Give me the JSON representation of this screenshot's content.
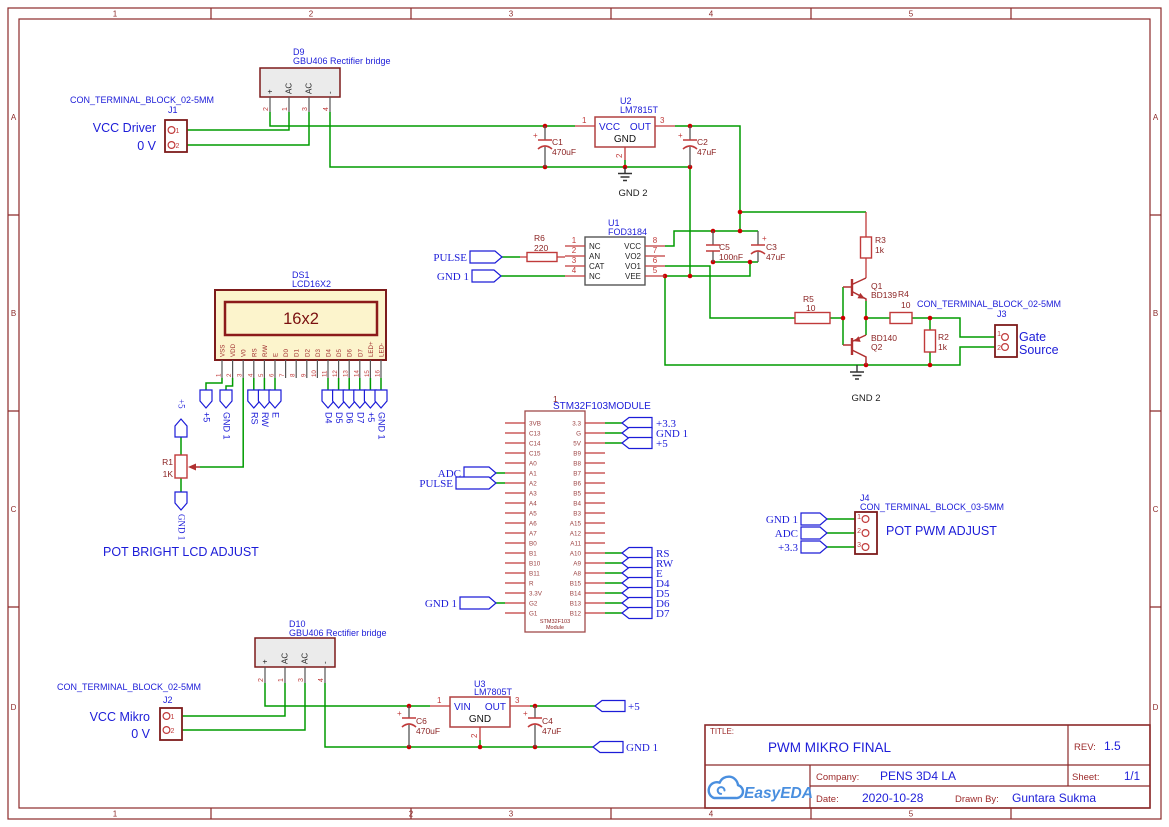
{
  "frame": {
    "cols": [
      "1",
      "2",
      "3",
      "4",
      "5"
    ],
    "rows": [
      "A",
      "B",
      "C",
      "D"
    ]
  },
  "title_block": {
    "title_label": "TITLE:",
    "title": "PWM MIKRO FINAL",
    "rev_label": "REV:",
    "rev": "1.5",
    "logo": "EasyEDA",
    "company_label": "Company:",
    "company": "PENS 3D4 LA",
    "sheet_label": "Sheet:",
    "sheet": "1/1",
    "date_label": "Date:",
    "date": "2020-10-28",
    "drawn_label": "Drawn By:",
    "drawn_by": "Guntara Sukma"
  },
  "nets": {
    "pulse": "PULSE",
    "gnd1": "GND 1",
    "gnd2": "GND 2",
    "adc": "ADC",
    "p5": "+5",
    "p33": "+3.3",
    "rs": "RS",
    "rw": "RW",
    "e": "E",
    "d4": "D4",
    "d5": "D5",
    "d6": "D6",
    "d7": "D7"
  },
  "bridge": {
    "pin_names": [
      "+",
      "AC",
      "AC",
      "-"
    ],
    "pin_numbers": [
      "2",
      "1",
      "3",
      "4"
    ]
  },
  "j1": {
    "type": "CON_TERMINAL_BLOCK_02-5MM",
    "ref": "J1",
    "net_top": "VCC Driver",
    "net_bottom": "0 V",
    "p1": "1",
    "p2": "2"
  },
  "j2": {
    "type": "CON_TERMINAL_BLOCK_02-5MM",
    "ref": "J2",
    "net_top": "VCC Mikro",
    "net_bottom": "0 V",
    "p1": "1",
    "p2": "2"
  },
  "j3": {
    "type": "CON_TERMINAL_BLOCK_02-5MM",
    "ref": "J3",
    "p1": "1",
    "p2": "2",
    "net1": "Gate",
    "net2": "Source"
  },
  "j4": {
    "ref": "J4",
    "type": "CON_TERMINAL_BLOCK_03-5MM",
    "p1": "1",
    "p2": "2",
    "p3": "3",
    "caption": "POT PWM ADJUST"
  },
  "d9": {
    "ref": "D9",
    "value": "GBU406 Rectifier bridge"
  },
  "d10": {
    "ref": "D10",
    "value": "GBU406 Rectifier bridge"
  },
  "u2": {
    "ref": "U2",
    "value": "LM7815T",
    "pin_in": "VCC",
    "pin_out": "OUT",
    "pin_gnd": "GND",
    "num_in": "1",
    "num_out": "3",
    "num_gnd": "2"
  },
  "u3": {
    "ref": "U3",
    "value": "LM7805T",
    "pin_in": "VIN",
    "pin_out": "OUT",
    "pin_gnd": "GND",
    "num_in": "1",
    "num_out": "3",
    "num_gnd": "2"
  },
  "u1": {
    "ref": "U1",
    "value": "FOD3184",
    "left": [
      {
        "n": "1",
        "name": "NC"
      },
      {
        "n": "2",
        "name": "AN"
      },
      {
        "n": "3",
        "name": "CAT"
      },
      {
        "n": "4",
        "name": "NC"
      }
    ],
    "right": [
      {
        "n": "8",
        "name": "VCC"
      },
      {
        "n": "7",
        "name": "VO2"
      },
      {
        "n": "6",
        "name": "VO1"
      },
      {
        "n": "5",
        "name": "VEE"
      }
    ]
  },
  "c1": {
    "ref": "C1",
    "value": "470uF"
  },
  "c2": {
    "ref": "C2",
    "value": "47uF"
  },
  "c3": {
    "ref": "C3",
    "value": "47uF"
  },
  "c4": {
    "ref": "C4",
    "value": "47uF"
  },
  "c5": {
    "ref": "C5",
    "value": "100nF"
  },
  "c6": {
    "ref": "C6",
    "value": "470uF"
  },
  "r1": {
    "ref": "R1",
    "value": "1K"
  },
  "r2": {
    "ref": "R2",
    "value": "1k"
  },
  "r3": {
    "ref": "R3",
    "value": "1k"
  },
  "r4": {
    "ref": "R4",
    "value": "10"
  },
  "r5": {
    "ref": "R5",
    "value": "10"
  },
  "r6": {
    "ref": "R6",
    "value": "220"
  },
  "q1": {
    "ref": "Q1",
    "value": "BD139"
  },
  "q2": {
    "ref": "Q2",
    "value": "BD140"
  },
  "lcd": {
    "ref": "DS1",
    "value": "LCD16X2",
    "screen": "16x2",
    "pins": [
      "VSS",
      "VDD",
      "V0",
      "RS",
      "R/W",
      "E",
      "D0",
      "D1",
      "D2",
      "D3",
      "D4",
      "D5",
      "D6",
      "D7",
      "LED+",
      "LED-"
    ],
    "nums": [
      "1",
      "2",
      "3",
      "4",
      "5",
      "6",
      "7",
      "8",
      "9",
      "10",
      "11",
      "12",
      "13",
      "14",
      "15",
      "16"
    ]
  },
  "pot_caption": "POT BRIGHT LCD ADJUST",
  "stm32": {
    "designator": "1",
    "title": "STM32F103MODULE",
    "inner_line1": "STM32F103",
    "inner_line2": "Module",
    "left": [
      "3VB",
      "C13",
      "C14",
      "C15",
      "A0",
      "A1",
      "A2",
      "A3",
      "A4",
      "A5",
      "A6",
      "A7",
      "B0",
      "B1",
      "B10",
      "B11",
      "R",
      "3.3V",
      "G2",
      "G1"
    ],
    "right": [
      "3.3",
      "G",
      "5V",
      "B9",
      "B8",
      "B7",
      "B6",
      "B5",
      "B4",
      "B3",
      "A15",
      "A12",
      "A11",
      "A10",
      "A9",
      "A8",
      "B15",
      "B14",
      "B13",
      "B12"
    ]
  },
  "colors": {
    "wire": "#009b00",
    "part_red": "#c03a3a",
    "block_maroon": "#7d1b1b",
    "net_blue": "#1c1cd8",
    "frame_red": "#8c2a2a",
    "junction": "#cc0000",
    "logo_blue": "#4a8fdf",
    "lcd_fill": "#fcf4cc"
  }
}
